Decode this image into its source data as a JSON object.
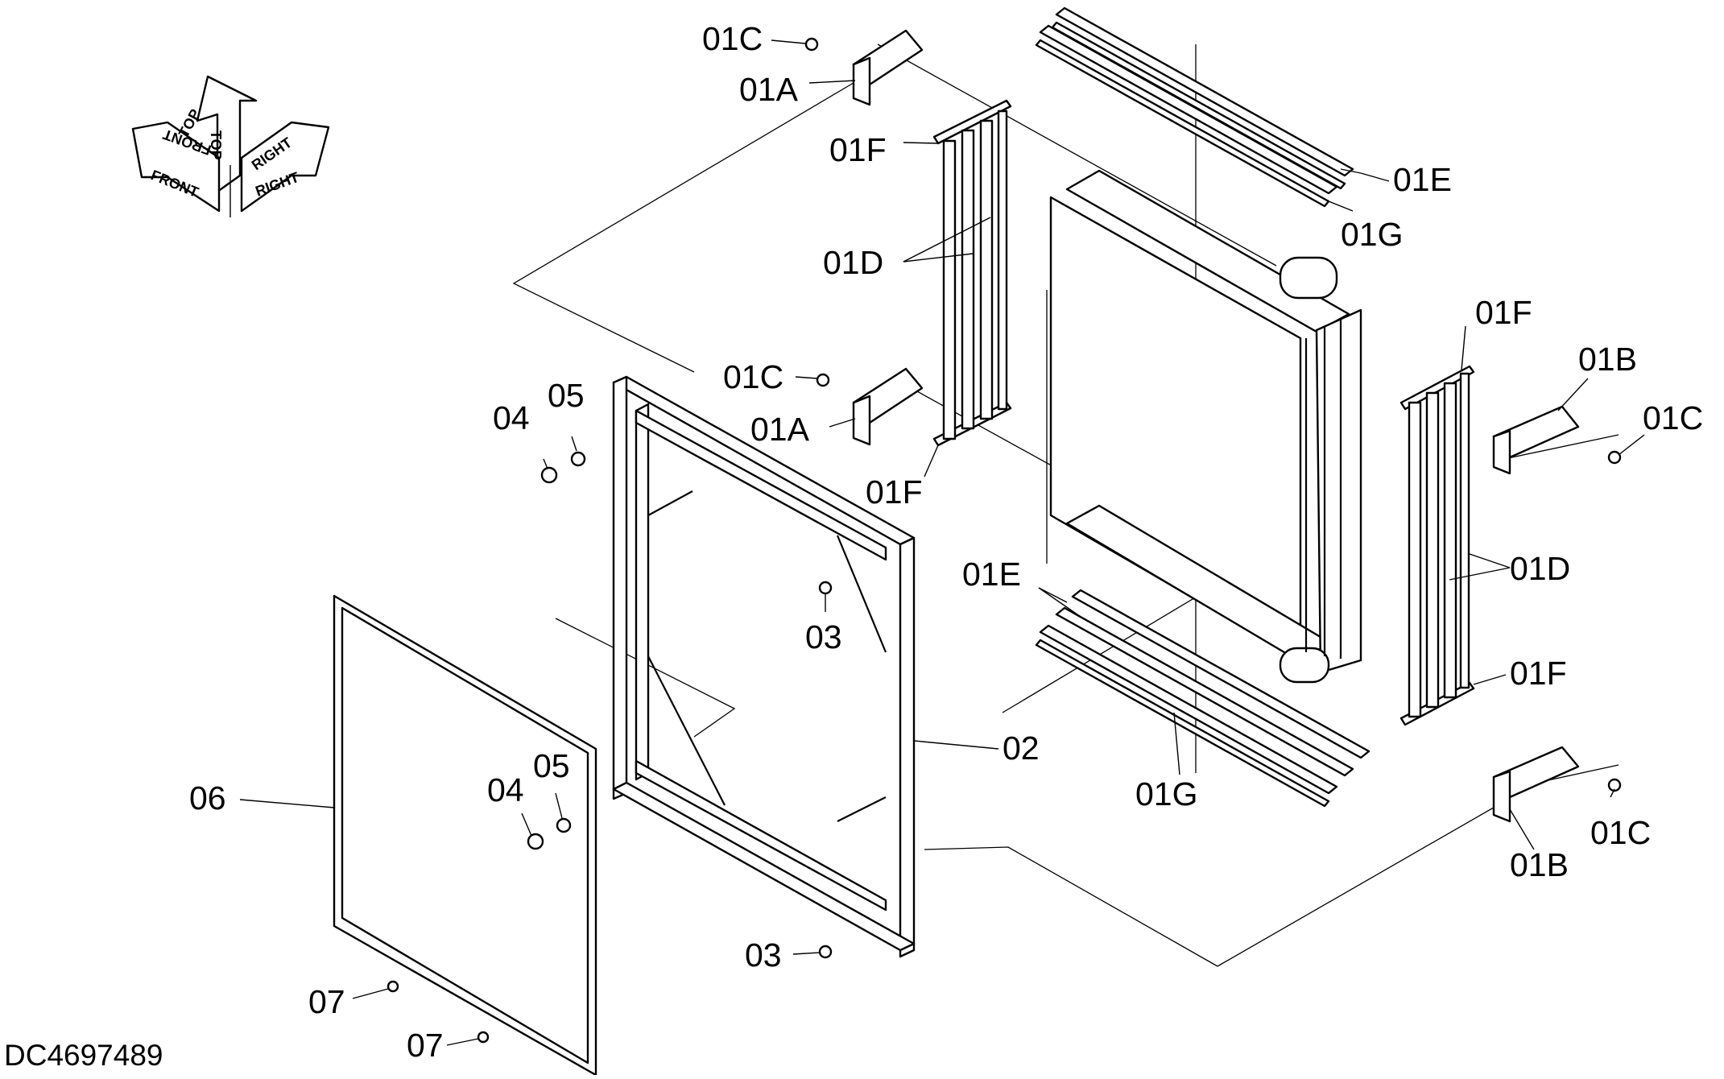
{
  "document_id": "DC4697489",
  "orientation_icon": {
    "labels": {
      "top_a": "TOP",
      "top_b": "TOP",
      "front_a": "FRONT",
      "front_b": "FRONT",
      "right_a": "RIGHT",
      "right_b": "RIGHT"
    }
  },
  "callouts": {
    "c01C_top": "01C",
    "c01A_top": "01A",
    "c01F_top": "01F",
    "c01D_left": "01D",
    "c01C_mid": "01C",
    "c01A_mid": "01A",
    "c01F_mid": "01F",
    "c01E_top": "01E",
    "c01G_top": "01G",
    "c01F_right_top": "01F",
    "c01B_top": "01B",
    "c01C_right_top": "01C",
    "c01D_right": "01D",
    "c01F_right_bottom": "01F",
    "c01E_bottom": "01E",
    "c01G_bottom": "01G",
    "c01C_right_bottom": "01C",
    "c01B_bottom": "01B",
    "c04_top": "04",
    "c05_top": "05",
    "c03_top": "03",
    "c02": "02",
    "c06": "06",
    "c04_bottom": "04",
    "c05_bottom": "05",
    "c03_bottom": "03",
    "c07_top": "07",
    "c07_bottom": "07"
  }
}
